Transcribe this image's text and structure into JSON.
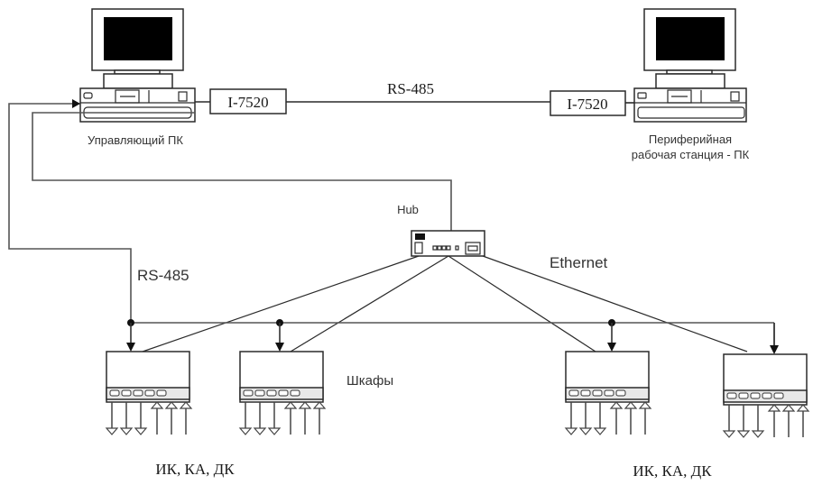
{
  "diagram": {
    "computers": [
      {
        "id": "control-pc",
        "label": "Управляющий ПК"
      },
      {
        "id": "peripheral-pc",
        "label_lines": [
          "Периферийная",
          "рабочая станция  - ПК"
        ]
      }
    ],
    "converters": [
      {
        "id": "converter-left",
        "label": "I-7520"
      },
      {
        "id": "converter-right",
        "label": "I-7520"
      }
    ],
    "links": {
      "top_link_label": "RS-485",
      "fieldbus_label": "RS-485",
      "ethernet_label": "Ethernet"
    },
    "hub": {
      "label": "Hub"
    },
    "cabinets": {
      "label": "Шкафы",
      "count": 4,
      "outputs_per_cabinet": 3,
      "inputs_per_cabinet": 3,
      "indicators_per_cabinet": 5
    },
    "signals": [
      {
        "id": "signals-left",
        "label": "ИК, КА, ДК"
      },
      {
        "id": "signals-right",
        "label": "ИК, КА, ДК"
      }
    ]
  }
}
